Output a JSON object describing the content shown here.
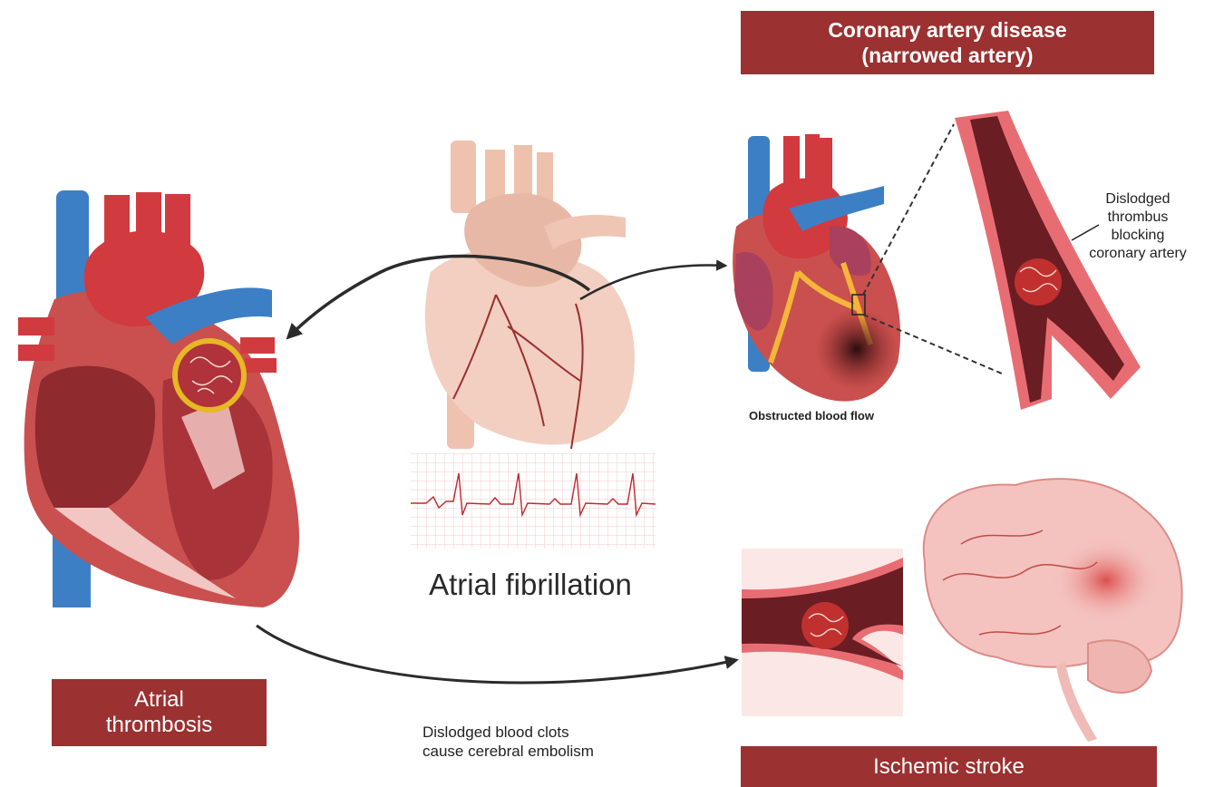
{
  "boxes": {
    "cad_line1": "Coronary artery disease",
    "cad_line2": "(narrowed artery)",
    "thrombosis_line1": "Atrial",
    "thrombosis_line2": "thrombosis",
    "stroke": "Ischemic stroke"
  },
  "labels": {
    "atrial_fibrillation": "Atrial fibrillation",
    "obstructed_flow": "Obstructed blood flow",
    "thrombus_lines": [
      "Dislodged",
      "thrombus",
      "blocking",
      "coronary artery"
    ],
    "clots_lines": [
      "Dislodged blood clots",
      "cause cerebral embolism"
    ]
  },
  "colors": {
    "box_fill": "#9b3131",
    "artery_blue": "#3d7fc4",
    "artery_red": "#d13a3e",
    "heart_tissue": "#c9504e",
    "pale_heart": "#efc2b0",
    "clot_ring": "#e6b824"
  },
  "icons": {
    "left_heart": "heart-cross-section-icon",
    "center_heart": "pale-heart-icon",
    "ecg": "ecg-trace-icon",
    "cad_heart": "ischemic-heart-icon",
    "artery": "blocked-artery-icon",
    "vessel": "blocked-vessel-icon",
    "brain": "brain-icon"
  }
}
